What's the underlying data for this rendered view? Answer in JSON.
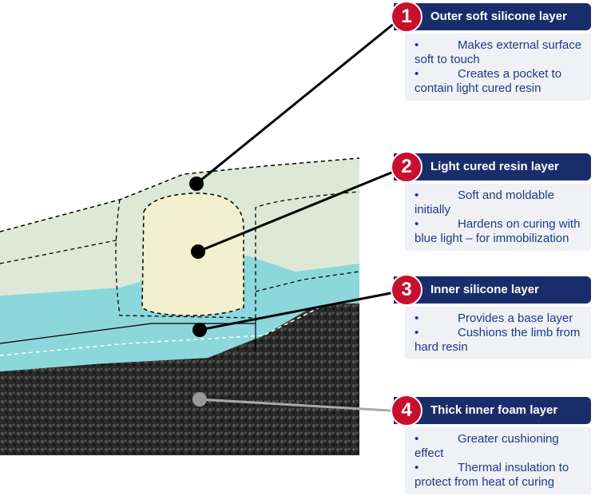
{
  "layers": [
    {
      "number": "1",
      "title": "Outer soft silicone layer",
      "bullets": [
        "Makes external surface soft to touch",
        "Creates a pocket to contain light cured resin"
      ]
    },
    {
      "number": "2",
      "title": "Light cured resin layer",
      "bullets": [
        "Soft and moldable initially",
        "Hardens on curing with blue light – for immobilization"
      ]
    },
    {
      "number": "3",
      "title": "Inner silicone layer",
      "bullets": [
        "Provides a base layer",
        "Cushions the limb from hard resin"
      ]
    },
    {
      "number": "4",
      "title": "Thick inner foam layer",
      "bullets": [
        "Greater cushioning effect",
        "Thermal insulation to protect from heat of curing"
      ]
    }
  ],
  "bullet_symbol": "•",
  "colors": {
    "header": "#1a2d6b",
    "badge": "#c8102e",
    "text": "#1c3a8a",
    "box": "#f0f1f5"
  }
}
